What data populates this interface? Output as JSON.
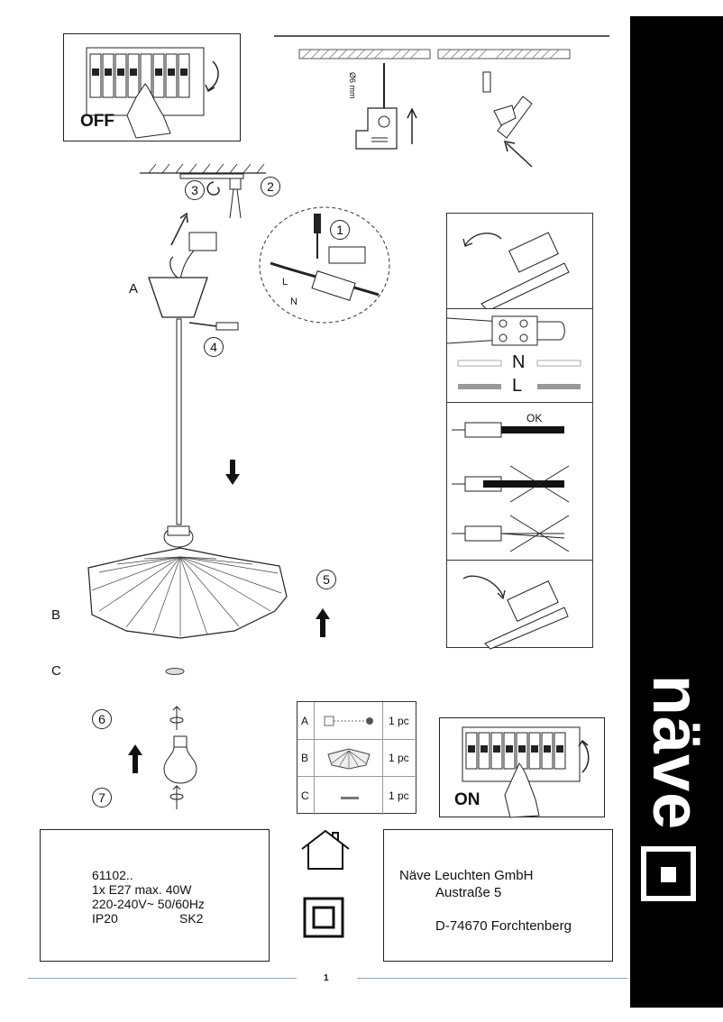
{
  "breaker_off": {
    "label": "OFF"
  },
  "breaker_on": {
    "label": "ON"
  },
  "drill": {
    "size_label": "Ø6 mm"
  },
  "steps": {
    "s1": "1",
    "s2": "2",
    "s3": "3",
    "s4": "4",
    "s5": "5",
    "s6": "6",
    "s7": "7"
  },
  "wiring": {
    "L": "L",
    "N": "N"
  },
  "parts_labels": {
    "A": "A",
    "B": "B",
    "C": "C"
  },
  "terminal": {
    "N": "N",
    "L": "L",
    "ok": "OK"
  },
  "parts_table": {
    "rows": [
      {
        "letter": "A",
        "qty": "1 pc"
      },
      {
        "letter": "B",
        "qty": "1 pc"
      },
      {
        "letter": "C",
        "qty": "1 pc"
      }
    ]
  },
  "specs": {
    "article": "61102..",
    "lamp": "1x E27 max. 40W",
    "voltage": "220-240V~ 50/60Hz",
    "ip": "IP20",
    "class": "SK2"
  },
  "address": {
    "company": "Näve Leuchten GmbH",
    "street": "Austraße 5",
    "city": "D-74670 Forchtenberg"
  },
  "footer": {
    "page_number": "1"
  },
  "brand": {
    "logo_text": "näve"
  }
}
